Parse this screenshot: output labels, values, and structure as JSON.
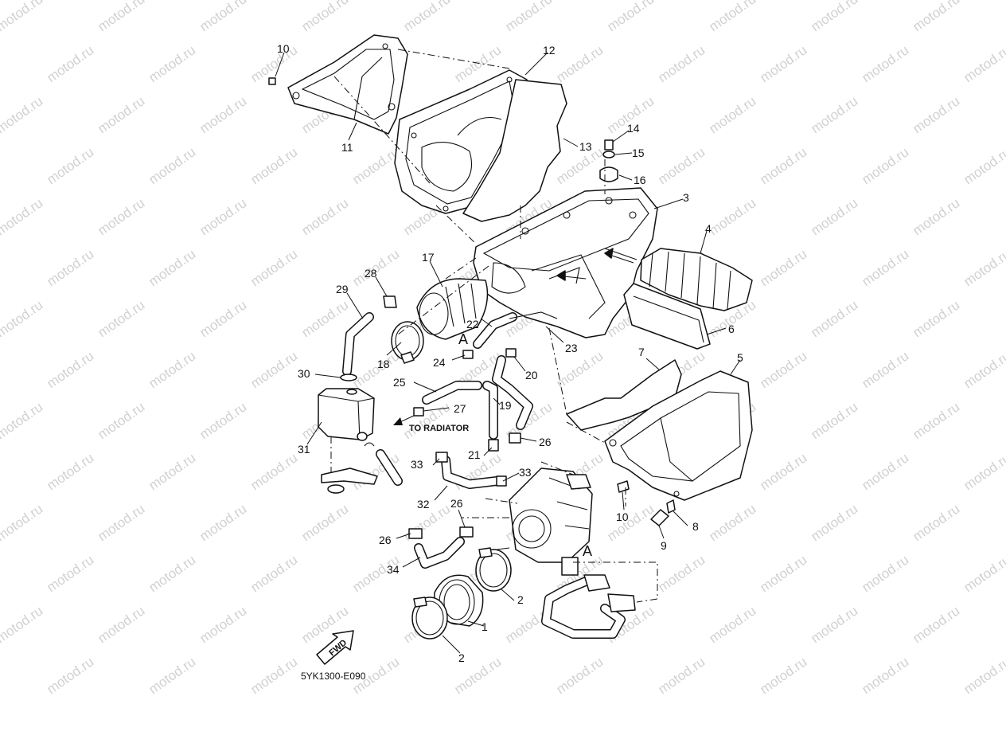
{
  "watermark": "motod.ru",
  "callouts": {
    "c1": "1",
    "c2a": "2",
    "c2b": "2",
    "c3": "3",
    "c4": "4",
    "c5": "5",
    "c6": "6",
    "c7": "7",
    "c8": "8",
    "c9": "9",
    "c10a": "10",
    "c10b": "10",
    "c11": "11",
    "c12": "12",
    "c13": "13",
    "c14": "14",
    "c15": "15",
    "c16": "16",
    "c17": "17",
    "c18": "18",
    "c19": "19",
    "c20": "20",
    "c21": "21",
    "c22": "22",
    "c23": "23",
    "c24": "24",
    "c25": "25",
    "c26a": "26",
    "c26b": "26",
    "c26c": "26",
    "c27": "27",
    "c28": "28",
    "c29": "29",
    "c30": "30",
    "c31": "31",
    "c32": "32",
    "c33a": "33",
    "c33b": "33",
    "c34": "34"
  },
  "ref_a_top": "A",
  "ref_a_bottom": "A",
  "radiator_note": "TO RADIATOR",
  "fwd_label": "FWD",
  "diagram_code": "5YK1300-E090"
}
